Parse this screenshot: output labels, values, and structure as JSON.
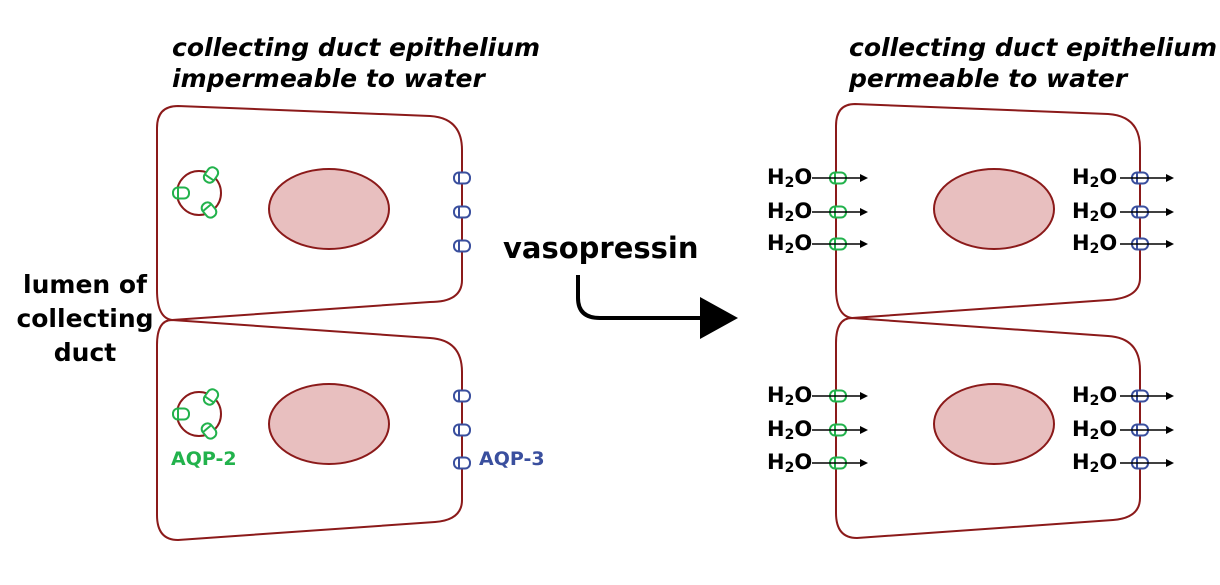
{
  "left_title_line1": "collecting duct epithelium",
  "left_title_line2": "impermeable to water",
  "right_title_line1": "collecting duct epithelium",
  "right_title_line2": "permeable to water",
  "lumen_label": [
    "lumen of",
    "collecting",
    "duct"
  ],
  "vasopressin_label": "vasopressin",
  "aqp2_label": "AQP-2",
  "aqp3_label": "AQP-3",
  "water_label": {
    "main": "H",
    "sub": "2",
    "tail": "O"
  },
  "colors": {
    "membrane": "#8b1a1a",
    "nucleus_fill": "#e8bfbf",
    "aqp2": "#22b24c",
    "aqp3": "#3a4f9e",
    "arrow": "#000000"
  }
}
